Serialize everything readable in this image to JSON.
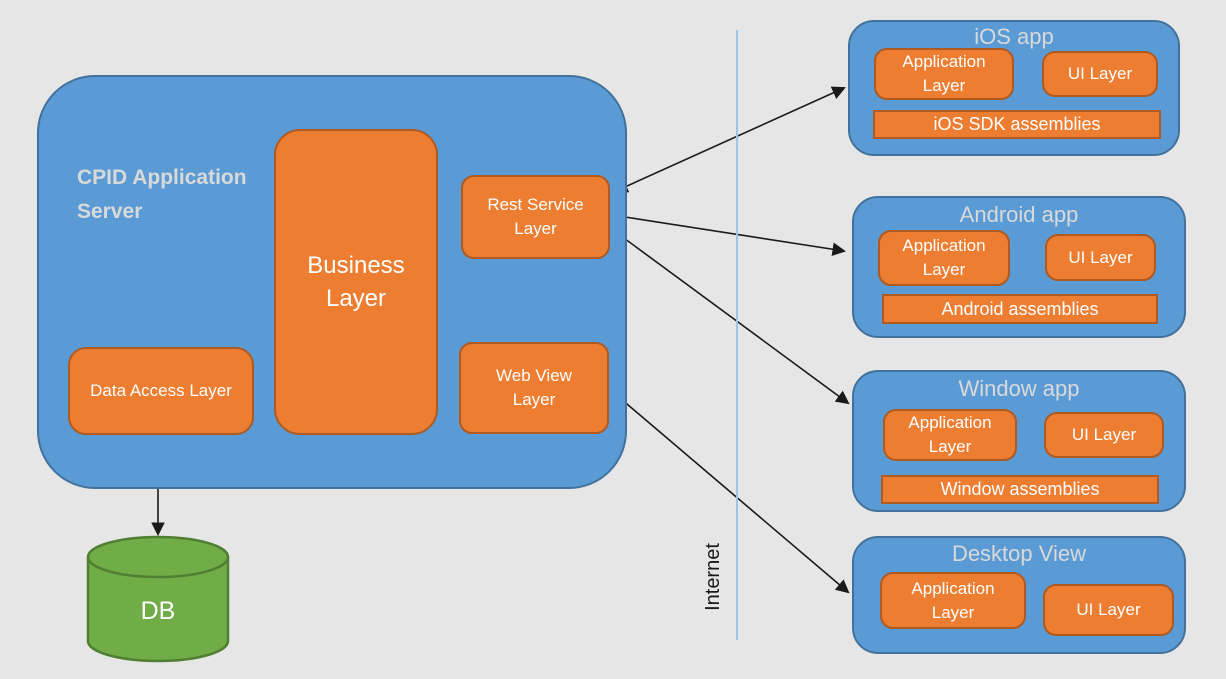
{
  "diagram": {
    "server": {
      "title": "CPID Application Server",
      "layers": {
        "business": "Business Layer",
        "data_access": "Data Access Layer",
        "rest_service": "Rest Service Layer",
        "web_view": "Web View Layer"
      }
    },
    "database": {
      "label": "DB"
    },
    "internet": {
      "label": "Internet"
    },
    "apps": [
      {
        "title": "iOS app",
        "application_layer": "Application Layer",
        "ui_layer": "UI Layer",
        "assemblies": "iOS SDK assemblies"
      },
      {
        "title": "Android app",
        "application_layer": "Application Layer",
        "ui_layer": "UI Layer",
        "assemblies": "Android assemblies"
      },
      {
        "title": "Window app",
        "application_layer": "Application Layer",
        "ui_layer": "UI Layer",
        "assemblies": "Window assemblies"
      },
      {
        "title": "Desktop View",
        "application_layer": "Application Layer",
        "ui_layer": "UI Layer"
      }
    ],
    "connections": [
      {
        "from": "rest-service-layer",
        "to": "ios-app",
        "bidirectional": true
      },
      {
        "from": "rest-service-layer",
        "to": "android-app",
        "bidirectional": true
      },
      {
        "from": "rest-service-layer",
        "to": "window-app",
        "bidirectional": true
      },
      {
        "from": "web-view-layer",
        "to": "desktop-view",
        "bidirectional": true
      },
      {
        "from": "data-access-layer",
        "to": "db",
        "bidirectional": true
      }
    ],
    "colors": {
      "background": "#E7E6E6",
      "container_fill": "#5B9BD5",
      "container_border": "#41719C",
      "layer_fill": "#ED7D31",
      "layer_border": "#AE5A21",
      "db_fill": "#70AD47",
      "db_border": "#507E32",
      "title_text": "#D9D9D9",
      "layer_text": "#FFFFFF",
      "arrow": "#1A1A1A",
      "internet_line": "#9DC3E6"
    }
  }
}
